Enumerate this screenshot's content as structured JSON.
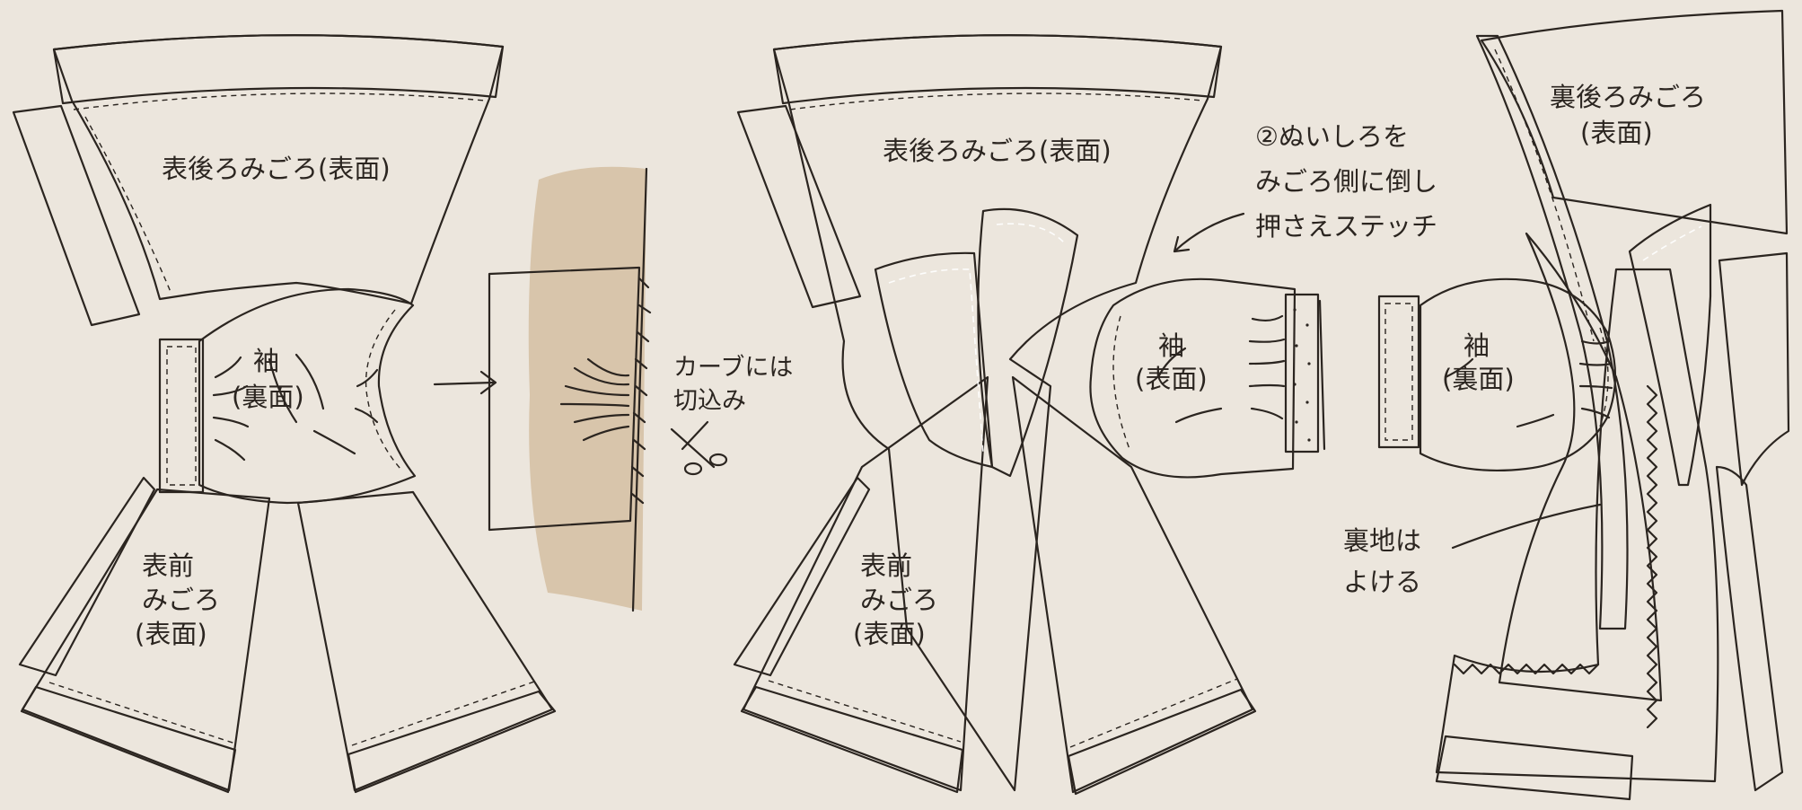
{
  "colors": {
    "background": "#ece6dd",
    "fabric_beige": "#d8c5ab",
    "fabric_light": "#e6d8c3",
    "band_brown": "#8a5a3b",
    "facing_white": "#f7f1e8",
    "ink": "#2b2520"
  },
  "panels": [
    {
      "id": "step-left",
      "labels": {
        "back_body": "表後ろみごろ(表面)",
        "sleeve_l1": "袖",
        "sleeve_l2": "(裏面)",
        "front_l1": "表前",
        "front_l2": "みごろ",
        "front_l3": "(表面)"
      }
    },
    {
      "id": "detail",
      "labels": {
        "curve_note_l1": "カーブには",
        "curve_note_l2": "切込み"
      },
      "icons": [
        "arrow-right-icon",
        "scissors-icon"
      ]
    },
    {
      "id": "step-middle",
      "labels": {
        "back_body": "表後ろみごろ(表面)",
        "sleeve_l1": "袖",
        "sleeve_l2": "(表面)",
        "front_l1": "表前",
        "front_l2": "みごろ",
        "front_l3": "(表面)",
        "instruction_l1": "②ぬいしろを",
        "instruction_l2": "みごろ側に倒し",
        "instruction_l3": "押さえステッチ"
      },
      "icons": [
        "curved-arrow-icon"
      ]
    },
    {
      "id": "step-right",
      "labels": {
        "lining_back_l1": "裏後ろみごろ",
        "lining_back_l2": "(表面)",
        "sleeve_l1": "袖",
        "sleeve_l2": "(裏面)",
        "lining_note_l1": "裏地は",
        "lining_note_l2": "よける"
      }
    }
  ]
}
